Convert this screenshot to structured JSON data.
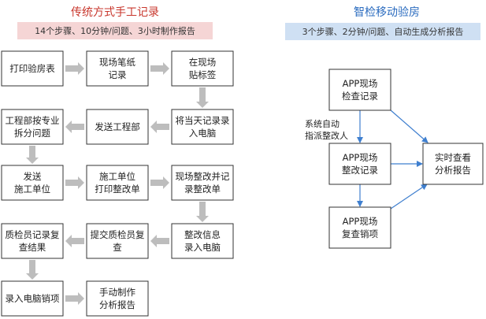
{
  "traditional": {
    "title": "传统方式手工记录",
    "subtitle": "14个步骤、10分钟/问题、3小时制作报告",
    "steps": [
      [
        "打印验房表"
      ],
      [
        "现场笔纸",
        "记录"
      ],
      [
        "在现场",
        "贴标签"
      ],
      [
        "工程部按专业",
        "拆分问题"
      ],
      [
        "发送工程部"
      ],
      [
        "将当天记录录",
        "入电脑"
      ],
      [
        "发送",
        "施工单位"
      ],
      [
        "施工单位",
        "打印整改单"
      ],
      [
        "现场整改并记",
        "录整改单"
      ],
      [
        "质检员记录复",
        "查结果"
      ],
      [
        "提交质检员复",
        "查"
      ],
      [
        "整改信息",
        "录入电脑"
      ],
      [
        "录入电脑销项"
      ],
      [
        "手动制作",
        "分析报告"
      ]
    ]
  },
  "smart": {
    "title": "智检移动验房",
    "subtitle": "3个步骤、2分钟/问题、自动生成分析报告",
    "steps": [
      [
        "APP现场",
        "检查记录"
      ],
      [
        "APP现场",
        "整改记录"
      ],
      [
        "APP现场",
        "复查销项"
      ],
      [
        "实时查看",
        "分析报告"
      ]
    ],
    "note": [
      "系统自动",
      "指派整改人"
    ]
  },
  "colors": {
    "title_red": "#c8372d",
    "banner_red": "#f5d5d5",
    "title_blue": "#2a6bbf",
    "banner_blue": "#cfe0f3",
    "gray_arrow": "#bdbdbd",
    "blue_arrow": "#3f7fcf"
  }
}
